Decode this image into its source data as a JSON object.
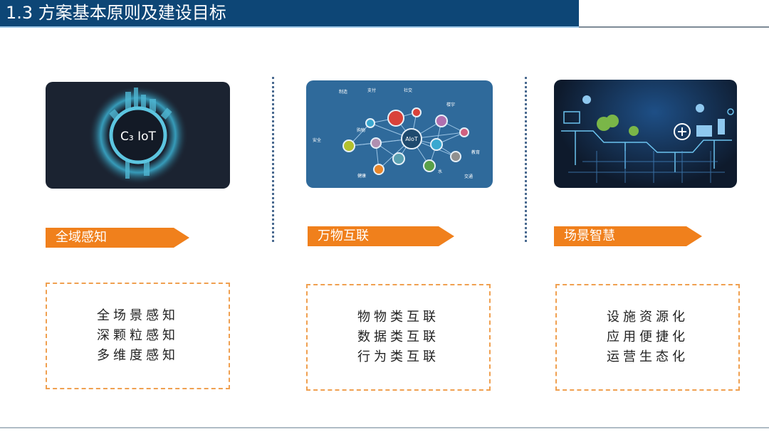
{
  "header": {
    "title": "1.3 方案基本原则及建设目标"
  },
  "columns": [
    {
      "banner": "全域感知",
      "logo_text": "C3 IoT",
      "items": [
        "全场景感知",
        "深颗粒感知",
        "多维度感知"
      ]
    },
    {
      "banner": "万物互联",
      "hub_label": "AIoT",
      "diagram_labels": [
        "制造",
        "支付",
        "社交",
        "楼宇",
        "安全",
        "购物",
        "教育",
        "健康",
        "水",
        "交通"
      ],
      "items": [
        "物物类互联",
        "数据类互联",
        "行为类互联"
      ]
    },
    {
      "banner": "场景智慧",
      "items": [
        "设施资源化",
        "应用便捷化",
        "运营生态化"
      ]
    }
  ],
  "colors": {
    "header": "#0d4676",
    "accent": "#f0801c"
  }
}
